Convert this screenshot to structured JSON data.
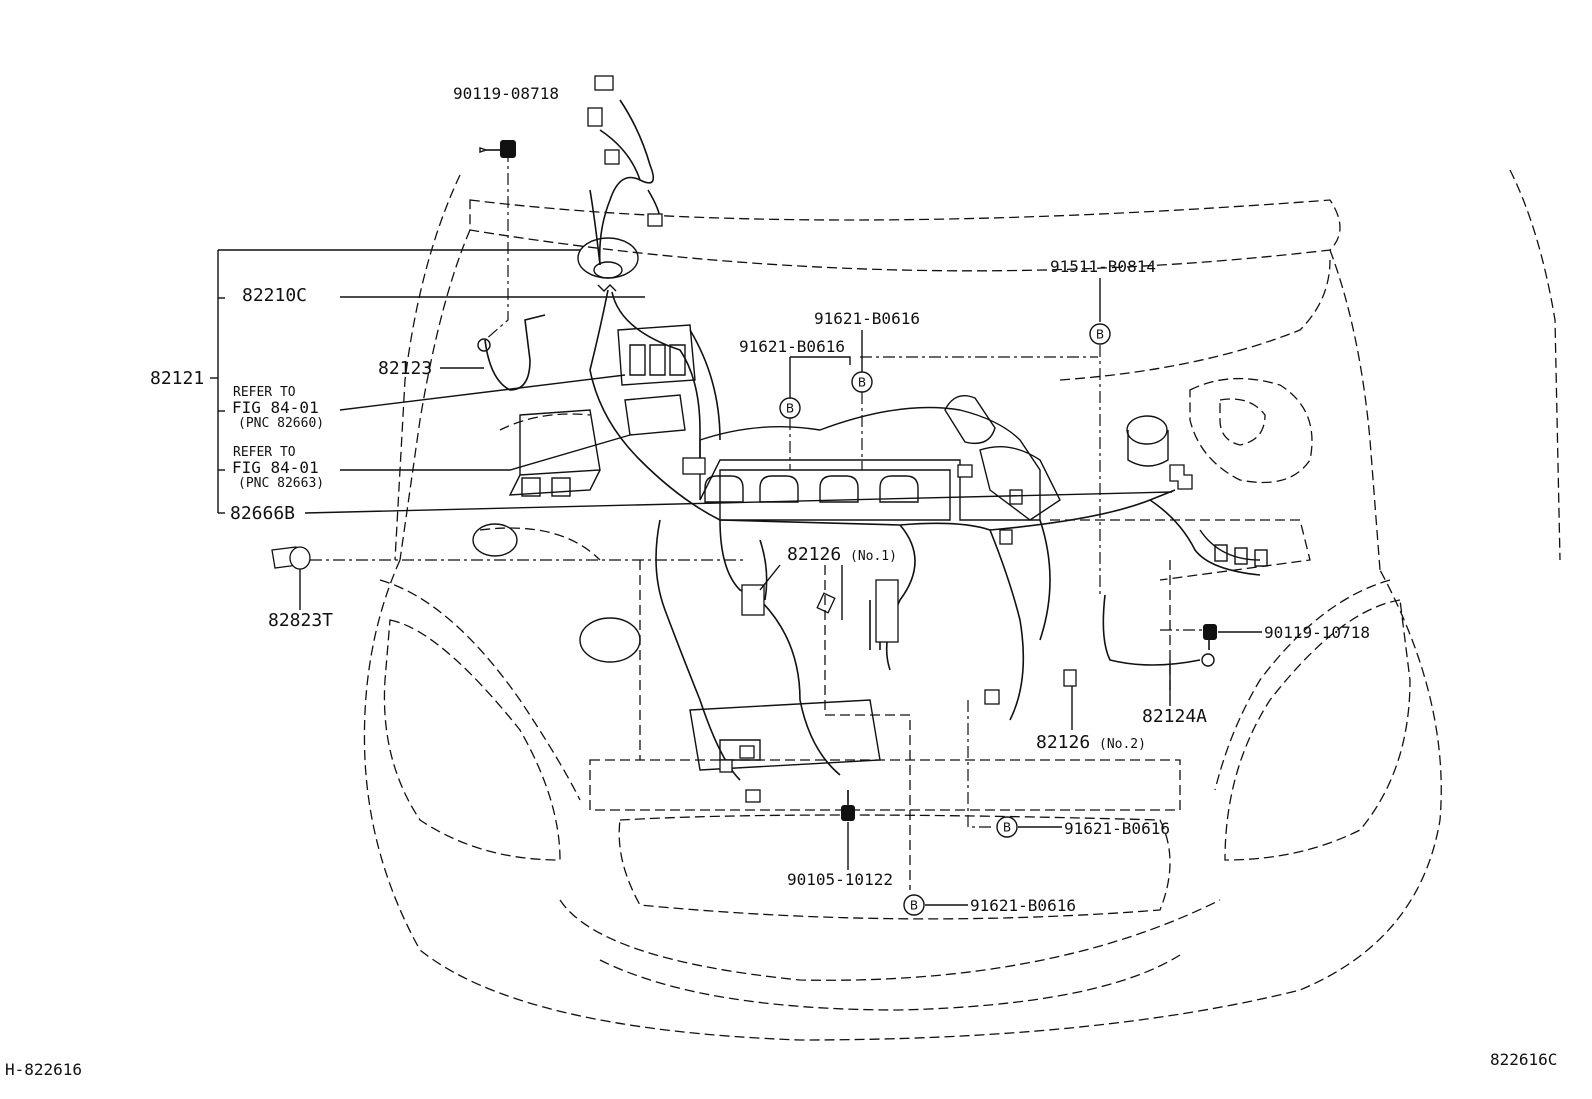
{
  "parts": {
    "screw_top": "90119-08718",
    "p82210c": "82210C",
    "p82121": "82121",
    "p82123": "82123",
    "refer1_a": "REFER TO",
    "refer1_b": "FIG 84-01",
    "refer1_c": "(PNC 82660)",
    "refer2_a": "REFER TO",
    "refer2_b": "FIG 84-01",
    "refer2_c": "(PNC 82663)",
    "p82666b": "82666B",
    "p82823t": "82823T",
    "clip_a": "91621-B0616",
    "clip_b": "91621-B0616",
    "bolt_right_top": "91511-B0814",
    "p82126_1": "82126",
    "no1": "(No.1)",
    "screw_right": "90119-10718",
    "p82124a": "82124A",
    "p82126_2": "82126",
    "no2": "(No.2)",
    "clip_c": "91621-B0616",
    "bolt_bottom": "90105-10122",
    "clip_d": "91621-B0616",
    "circle_b": "B"
  },
  "footer": {
    "left_code": "H-822616",
    "right_code": "822616C"
  }
}
